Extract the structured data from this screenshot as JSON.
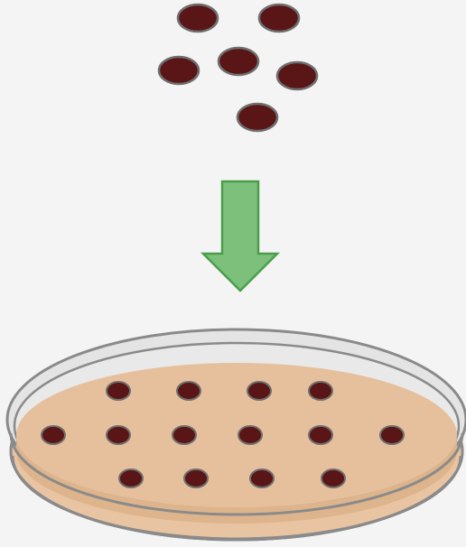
{
  "diagram": {
    "description_items": [
      {
        "name": "loose-seeds",
        "count": 6
      },
      {
        "name": "down-arrow",
        "direction": "down"
      },
      {
        "name": "petri-dish",
        "seeds_on_dish": 14
      }
    ],
    "colors": {
      "background": "#f4f4f4",
      "seed_fill": "#5a1516",
      "seed_stroke": "#6f6f6f",
      "arrow_fill": "#7cc07c",
      "arrow_stroke": "#4a9e4a",
      "dish_rim": "#8a8a8a",
      "dish_glass": "#e2e2e2",
      "agar": "#e6c09c",
      "agar_dark": "#d9ad85"
    }
  }
}
